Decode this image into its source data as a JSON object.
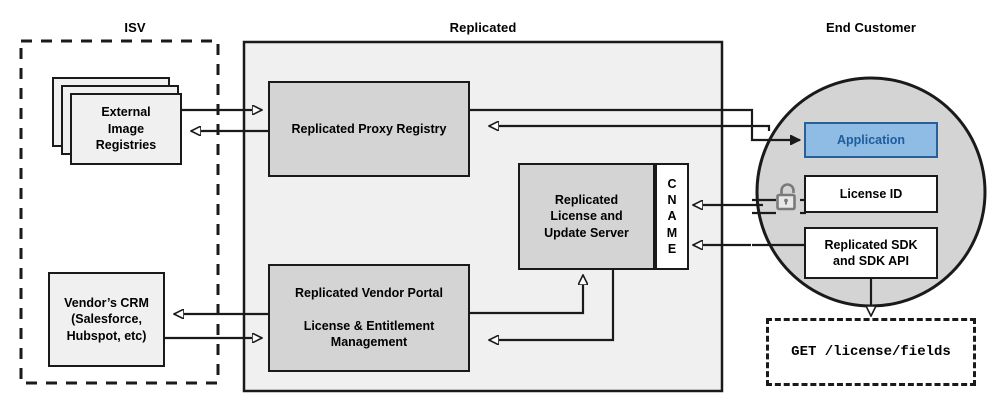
{
  "diagram": {
    "zones": [
      {
        "key": "isv",
        "label": "ISV"
      },
      {
        "key": "replicated",
        "label": "Replicated"
      },
      {
        "key": "end_customer",
        "label": "End Customer"
      }
    ],
    "nodes": {
      "external_image_registries": "External\nImage\nRegistries",
      "vendors_crm": "Vendor’s CRM\n(Salesforce,\nHubspot, etc)",
      "replicated_proxy_registry": "Replicated Proxy Registry",
      "replicated_license_update_server": "Replicated\nLicense and\nUpdate Server",
      "cname_label": "CNAME",
      "cname_letters": [
        "C",
        "N",
        "A",
        "M",
        "E"
      ],
      "vendor_portal_title": "Replicated Vendor Portal",
      "vendor_portal_subtitle": "License & Entitlement\nManagement",
      "application": "Application",
      "license_id": "License ID",
      "replicated_sdk": "Replicated SDK\nand SDK API",
      "api_request": "GET /license/fields"
    },
    "icons": {
      "unlocked_padlock": "unlock-icon"
    },
    "colors": {
      "stroke": "#1a1a1a",
      "zone_fill": "#f0f0f0",
      "node_fill_mid": "#d4d4d4",
      "node_fill_light": "#f0f0f0",
      "circle_fill": "#d4d4d4",
      "application_fill": "#8ebce4",
      "application_stroke": "#2a6099",
      "application_text": "#1f5c9e",
      "lock_icon": "#7a7a7a",
      "background": "#ffffff"
    }
  }
}
